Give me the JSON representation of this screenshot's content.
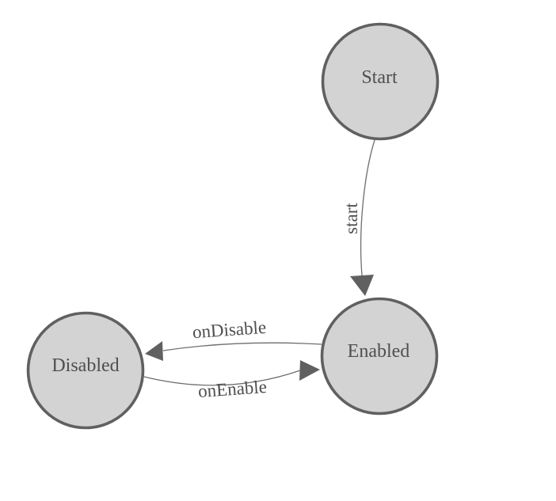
{
  "diagram": {
    "type": "state-machine",
    "nodes": [
      {
        "id": "start",
        "label": "Start"
      },
      {
        "id": "enabled",
        "label": "Enabled"
      },
      {
        "id": "disabled",
        "label": "Disabled"
      }
    ],
    "edges": [
      {
        "from": "Start",
        "to": "Enabled",
        "label": "start"
      },
      {
        "from": "Enabled",
        "to": "Disabled",
        "label": "onDisable"
      },
      {
        "from": "Disabled",
        "to": "Enabled",
        "label": "onEnable"
      }
    ],
    "colors": {
      "background": "#ffffff",
      "node_fill": "#d3d3d3",
      "node_stroke": "#606060",
      "edge_stroke": "#6e6e6e",
      "arrow_fill": "#606060",
      "label_text": "#4f4f4f"
    }
  }
}
